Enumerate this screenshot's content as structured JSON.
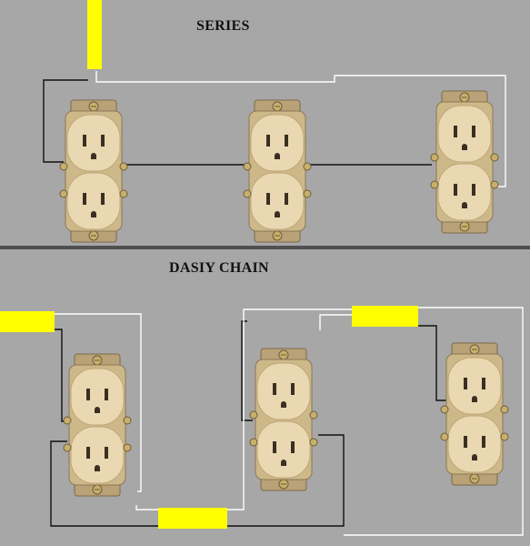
{
  "diagram": {
    "series_title": "SERIES",
    "daisy_title": "DASIY CHAIN",
    "colors": {
      "background": "#a7a7a7",
      "divider": "#4f4f4f",
      "hot_wire": "#ffffff",
      "neutral_wire": "#111111",
      "wire_nut": "#ffff00",
      "outlet_face": "#e9d8b1",
      "outlet_shadow": "#bfa676",
      "mounting_strap": "#b9a178",
      "screw": "#c9b06a"
    },
    "receptacles": [
      {
        "name": "series-outlet-1",
        "icon": "duplex-receptacle-icon"
      },
      {
        "name": "series-outlet-2",
        "icon": "duplex-receptacle-icon"
      },
      {
        "name": "series-outlet-3",
        "icon": "duplex-receptacle-icon"
      },
      {
        "name": "daisy-outlet-1",
        "icon": "duplex-receptacle-icon"
      },
      {
        "name": "daisy-outlet-2",
        "icon": "duplex-receptacle-icon"
      },
      {
        "name": "daisy-outlet-3",
        "icon": "duplex-receptacle-icon"
      }
    ]
  }
}
